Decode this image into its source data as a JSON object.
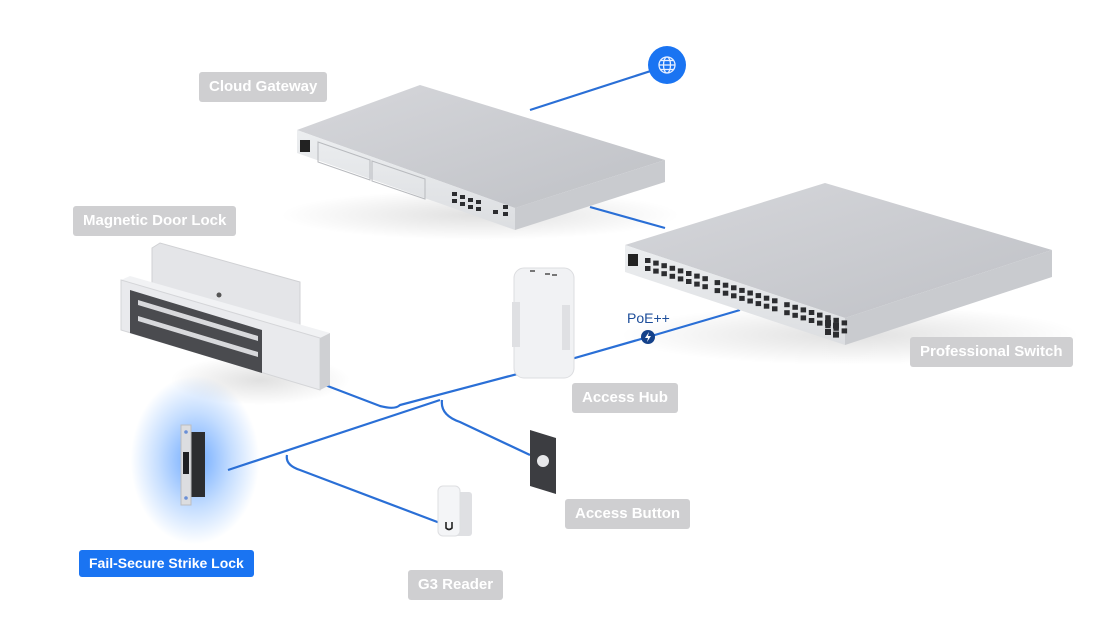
{
  "diagram": {
    "title": "UniFi Access Network Topology",
    "accent_color": "#1a74f2",
    "link_color": "#2a6fd6",
    "label_inactive_color": "#cfcfd1",
    "devices": [
      {
        "id": "internet",
        "label": "",
        "icon": "globe-icon"
      },
      {
        "id": "cloud_gateway",
        "label": "Cloud Gateway",
        "active": false
      },
      {
        "id": "professional_switch",
        "label": "Professional Switch",
        "active": false
      },
      {
        "id": "magnetic_door_lock",
        "label": "Magnetic Door Lock",
        "active": false
      },
      {
        "id": "access_hub",
        "label": "Access Hub",
        "active": false
      },
      {
        "id": "access_button",
        "label": "Access Button",
        "active": false
      },
      {
        "id": "g3_reader",
        "label": "G3 Reader",
        "active": false
      },
      {
        "id": "fail_secure_strike_lock",
        "label": "Fail-Secure Strike Lock",
        "active": true
      }
    ],
    "links": [
      {
        "from": "internet",
        "to": "cloud_gateway"
      },
      {
        "from": "cloud_gateway",
        "to": "professional_switch"
      },
      {
        "from": "professional_switch",
        "to": "access_hub",
        "label": "PoE++",
        "icon": "power-bolt-icon"
      },
      {
        "from": "access_hub",
        "to": "magnetic_door_lock"
      },
      {
        "from": "access_hub",
        "to": "access_button"
      },
      {
        "from": "access_hub",
        "to": "fail_secure_strike_lock"
      },
      {
        "from": "fail_secure_strike_lock",
        "to": "g3_reader"
      }
    ]
  }
}
